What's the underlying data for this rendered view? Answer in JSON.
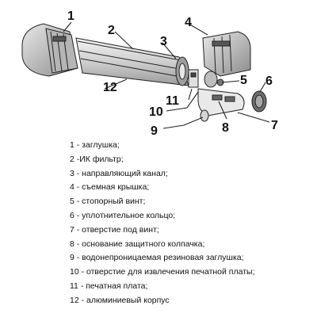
{
  "callouts": [
    "1",
    "2",
    "3",
    "4",
    "5",
    "6",
    "7",
    "8",
    "9",
    "10",
    "11",
    "12"
  ],
  "legend": [
    "1 - заглушка;",
    "2 -ИК фильтр;",
    "3 - направляющий канал;",
    "4 - съемная крышка;",
    "5 - стопорный винт;",
    "6 - уплотнительное кольцо;",
    "7 - отверстие под винт;",
    "8 - основание защитного колпачка;",
    "9 - водонепроницаемая резиновая заглушка;",
    "10 - отверстие для извлечения печатной платы;",
    "11 - печатная плата;",
    "12 - алюминиевый корпус"
  ]
}
